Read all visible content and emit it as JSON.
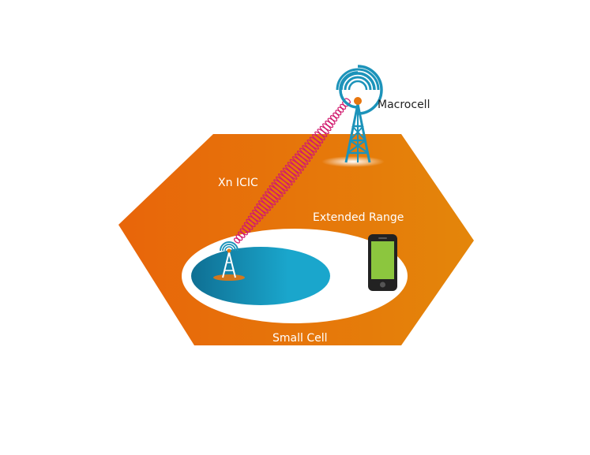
{
  "labels": {
    "macrocell": "Macrocell",
    "xn_icic": "Xn ICIC",
    "extended_range": "Extended Range",
    "small_cell": "Small Cell"
  },
  "colors": {
    "hex_left": "#e8650a",
    "hex_right": "#e4860a",
    "small_cell_dark": "#0f6f93",
    "small_cell_light": "#1aa6cc",
    "tower": "#1c93ba",
    "beacon": "#e8760e",
    "link": "#d11a6e",
    "phone_body": "#222222",
    "phone_screen": "#8cc63e"
  },
  "icons": {
    "macro_tower": "cell-tower-icon",
    "small_tower": "cell-tower-icon",
    "phone": "smartphone-icon",
    "link": "xn-interface-link"
  }
}
